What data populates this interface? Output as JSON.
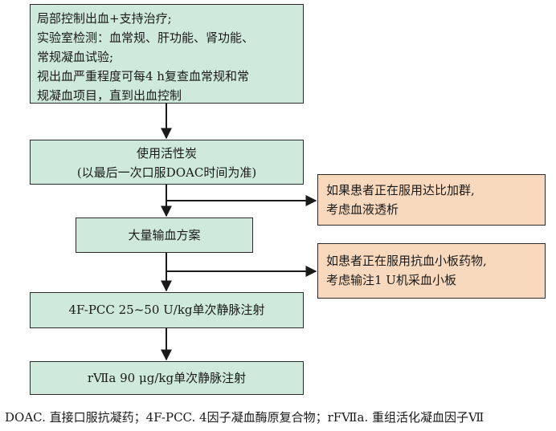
{
  "flowchart": {
    "step_1": {
      "lines": [
        "局部控制出血+支持治疗;",
        "实验室检测：血常规、肝功能、肾功能、",
        "常规凝血试验;",
        "视出血严重程度可每4 h复查血常规和常",
        "规凝血项目，直到出血控制"
      ]
    },
    "step_2": {
      "lines": [
        "使用活性炭",
        "(以最后一次口服DOAC时间为准)"
      ]
    },
    "step_3": {
      "text": "大量输血方案"
    },
    "step_4": {
      "text": "4F-PCC 25~50 U/kg单次静脉注射"
    },
    "step_5": {
      "text": "rⅦa 90 μg/kg单次静脉注射"
    },
    "side_note_1": {
      "lines": [
        "如果患者正在服用达比加群,",
        "考虑血液透析"
      ]
    },
    "side_note_2": {
      "lines": [
        "如患者正在服用抗血小板药物,",
        "考虑输注1 U机采血小板"
      ]
    }
  },
  "footnote": "DOAC. 直接口服抗凝药；4F-PCC. 4因子凝血酶原复合物；rFⅦa. 重组活化凝血因子Ⅶ",
  "colors": {
    "main_box_fill": "#cfe9dd",
    "side_box_fill": "#f8d9bd",
    "line": "#1a1a1a"
  }
}
